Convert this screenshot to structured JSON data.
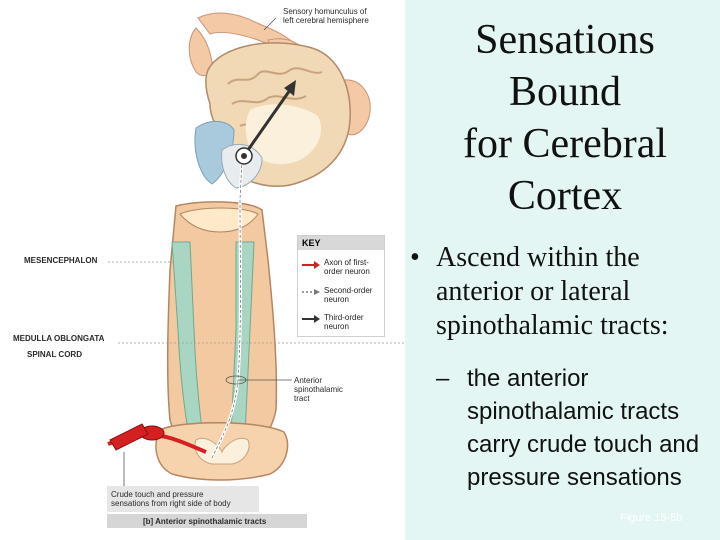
{
  "slide": {
    "title_lines": [
      "Sensations",
      "Bound",
      "for Cerebral",
      "Cortex"
    ],
    "bullet": "Ascend within the anterior or lateral spinothalamic tracts:",
    "sub_bullet": "the anterior spinothalamic tracts carry crude touch and pressure sensations",
    "bullet_marker": "•",
    "sub_marker": "–",
    "figure_number": "Figure 15-5b"
  },
  "figure": {
    "homunculus_label": [
      "Sensory homunculus of",
      "left cerebral hemisphere"
    ],
    "region_labels": [
      "MESENCEPHALON",
      "MEDULLA OBLONGATA",
      "SPINAL CORD"
    ],
    "tract_label": [
      "Anterior",
      "spinothalamic",
      "tract"
    ],
    "key": {
      "heading": "KEY",
      "items": [
        {
          "label": [
            "Axon of first-",
            "order neuron"
          ],
          "color": "#d42020"
        },
        {
          "label": [
            "Second-order",
            "neuron"
          ],
          "color": "#7a7a7a"
        },
        {
          "label": [
            "Third-order",
            "neuron"
          ],
          "color": "#333333"
        }
      ]
    },
    "caption_box": [
      "Crude touch and pressure",
      "sensations from right side of body"
    ],
    "caption_bar": "[b] Anterior spinothalamic tracts"
  },
  "colors": {
    "panel_bg": "#e3f6f4",
    "spinal_tan": "#f3c9a2",
    "brain_tan": "#f1d9b5",
    "tract_green": "#a9d6c2",
    "axon_red": "#d42020",
    "ventricle_blue": "#a9c9dd"
  }
}
